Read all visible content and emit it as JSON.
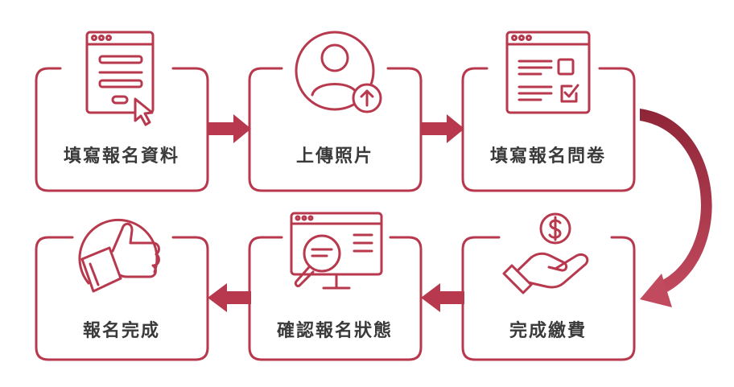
{
  "accent_color": "#b8394e",
  "text_color": "#3a3a3a",
  "steps": [
    {
      "label": "填寫報名資料",
      "icon": "form-cursor-icon"
    },
    {
      "label": "上傳照片",
      "icon": "user-upload-icon"
    },
    {
      "label": "填寫報名問卷",
      "icon": "questionnaire-icon"
    },
    {
      "label": "完成繳費",
      "icon": "hand-dollar-icon"
    },
    {
      "label": "確認報名狀態",
      "icon": "search-monitor-icon"
    },
    {
      "label": "報名完成",
      "icon": "thumbs-up-icon"
    }
  ]
}
